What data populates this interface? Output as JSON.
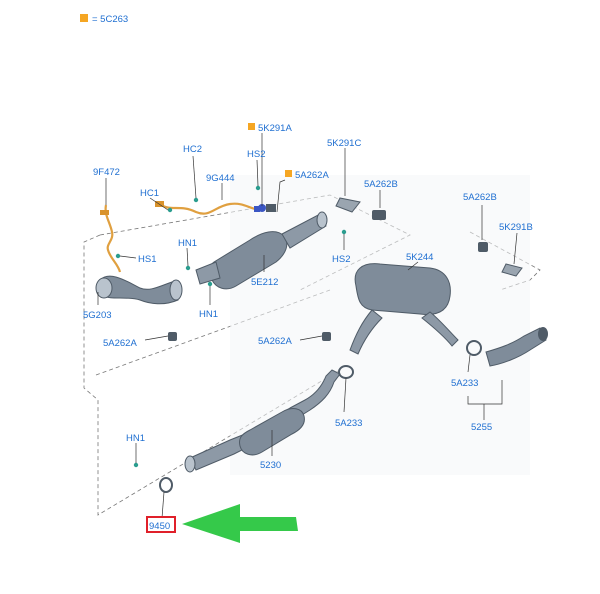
{
  "legend": {
    "marker_color": "#f5a623",
    "text": "= 5C263"
  },
  "colors": {
    "label": "#1f6fd1",
    "part_fill": "#7f8c9a",
    "part_dark": "#4f5b67",
    "part_light": "#b9c3cd",
    "leader": "#333333",
    "highlight_box": "#e0202a",
    "arrow": "#35c94a",
    "wire": "#e0a040"
  },
  "labels": {
    "l_9F472": "9F472",
    "l_HC2": "HC2",
    "l_HS2_top": "HS2",
    "l_5K291A": "5K291A",
    "l_5A262A_top": "5A262A",
    "l_9G444": "9G444",
    "l_HC1": "HC1",
    "l_5K291C": "5K291C",
    "l_5A262B_mid": "5A262B",
    "l_5A262B_right": "5A262B",
    "l_5K291B": "5K291B",
    "l_HN1_mid": "HN1",
    "l_HS1": "HS1",
    "l_5E212": "5E212",
    "l_HS2_mid": "HS2",
    "l_5K244": "5K244",
    "l_5G203": "5G203",
    "l_HN1_low": "HN1",
    "l_5A262A_left": "5A262A",
    "l_5A262A_center": "5A262A",
    "l_5A233_right": "5A233",
    "l_5A233_center": "5A233",
    "l_5255": "5255",
    "l_HN1_bottom": "HN1",
    "l_5230": "5230",
    "l_9450": "9450"
  }
}
